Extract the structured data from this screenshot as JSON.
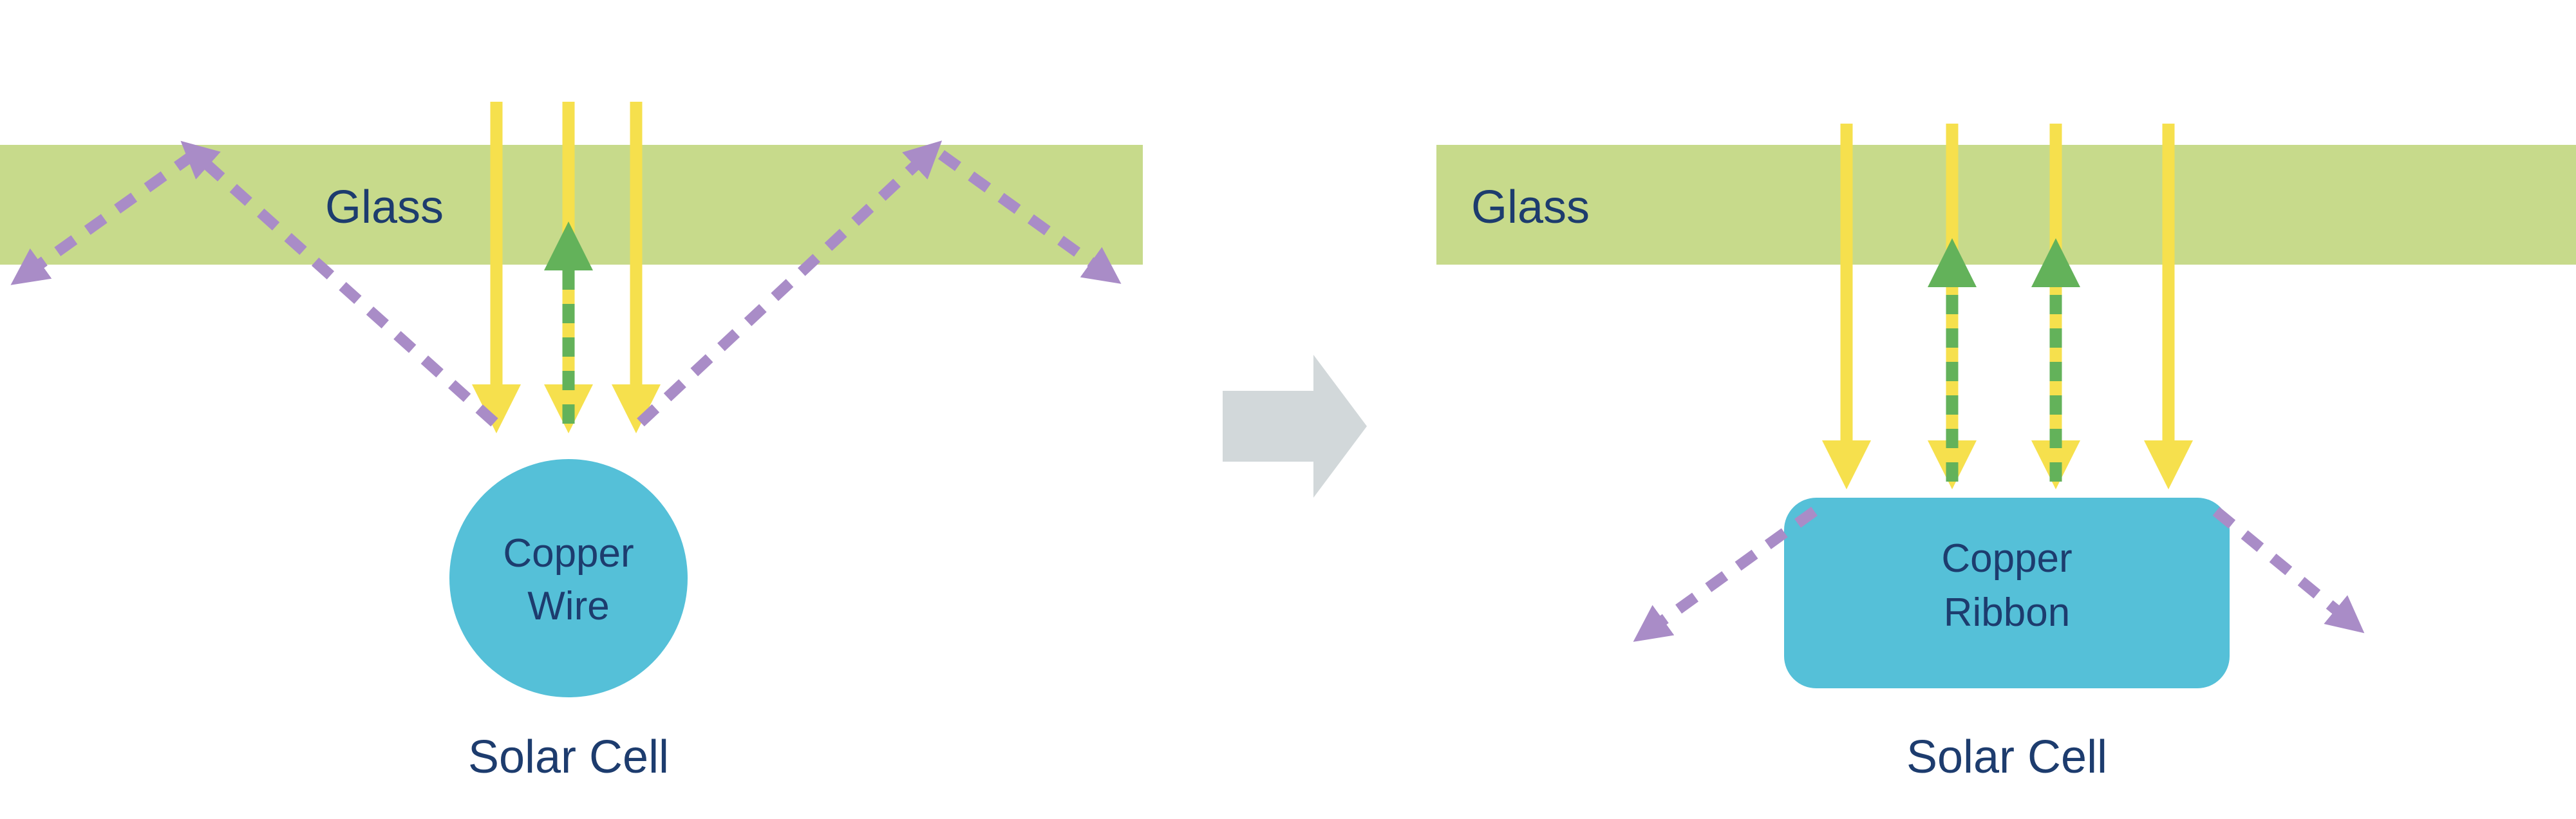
{
  "left_panel": {
    "glass_label": "Glass",
    "conductor": {
      "line1": "Copper",
      "line2": "Wire"
    },
    "cell_label": "Solar Cell"
  },
  "right_panel": {
    "glass_label": "Glass",
    "conductor": {
      "line1": "Copper",
      "line2": "Ribbon"
    },
    "cell_label": "Solar Cell"
  },
  "icons": {
    "sunlight_arrow": "sunlight-ray-arrow",
    "reflected_arrow": "reflected-ray-arrow",
    "scattered_arrow": "scattered-ray-arrow",
    "transition_arrow": "transition-arrow"
  },
  "colors": {
    "glass": "#c7da8b",
    "sunlight": "#f6e04d",
    "reflected": "#63b25a",
    "scattered": "#a98cc7",
    "copper": "#55c0d8",
    "text": "#1d3c6e",
    "transition_arrow": "#d2d8da",
    "background": "#ffffff"
  }
}
